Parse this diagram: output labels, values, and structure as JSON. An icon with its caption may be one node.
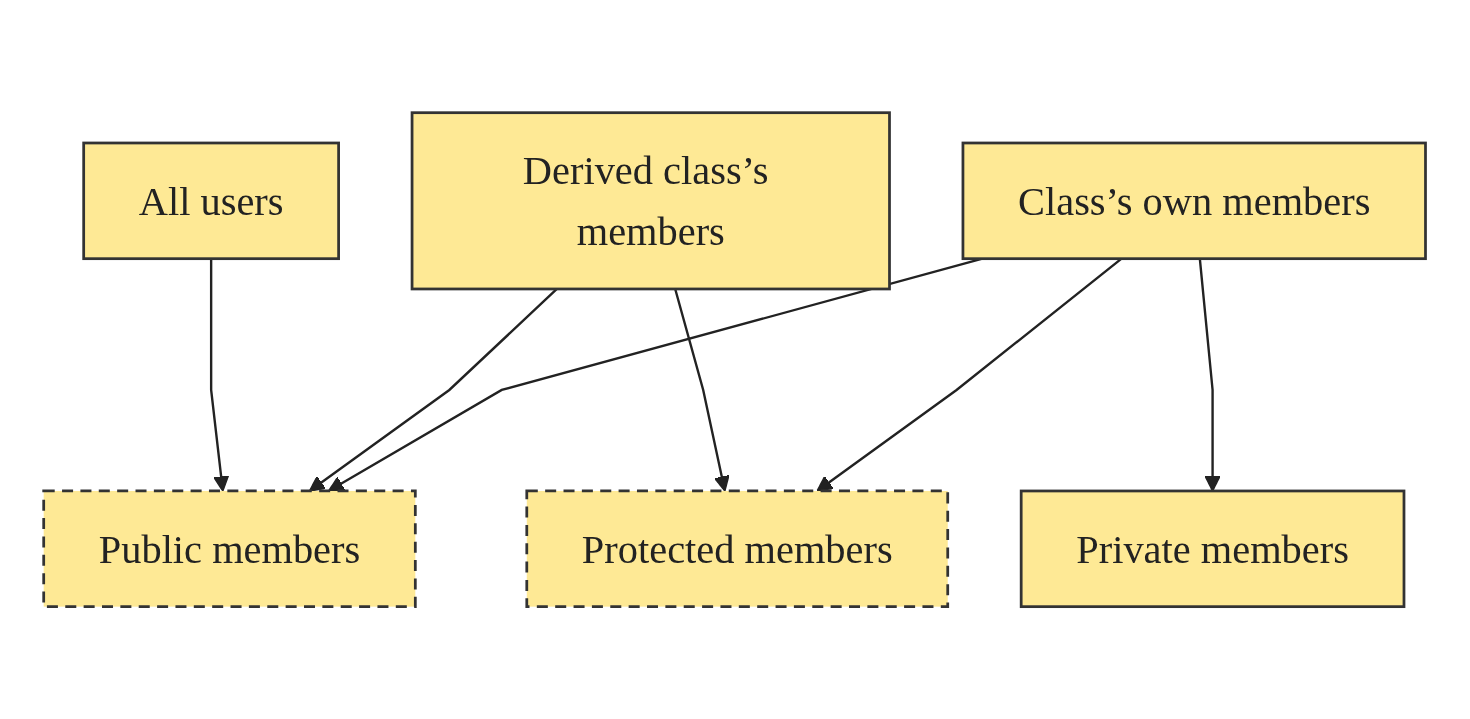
{
  "diagram": {
    "nodes": [
      {
        "text": [
          "All users"
        ]
      },
      {
        "text": [
          "Derived class’s members"
        ]
      },
      {
        "text": [
          "Class’s own members"
        ]
      },
      {
        "text": [
          "Public members"
        ]
      },
      {
        "text": [
          "Protected members"
        ]
      },
      {
        "text": [
          "Private members"
        ]
      }
    ],
    "edges": [
      {
        "from": 0,
        "to": 3,
        "arrow": "to"
      },
      {
        "from": 1,
        "to": 3,
        "arrow": "to"
      },
      {
        "from": 1,
        "to": 4,
        "arrow": "to"
      },
      {
        "from": 2,
        "to": 3,
        "arrow": "to"
      },
      {
        "from": 2,
        "to": 4,
        "arrow": "to"
      },
      {
        "from": 2,
        "to": 5,
        "arrow": "to"
      }
    ]
  }
}
